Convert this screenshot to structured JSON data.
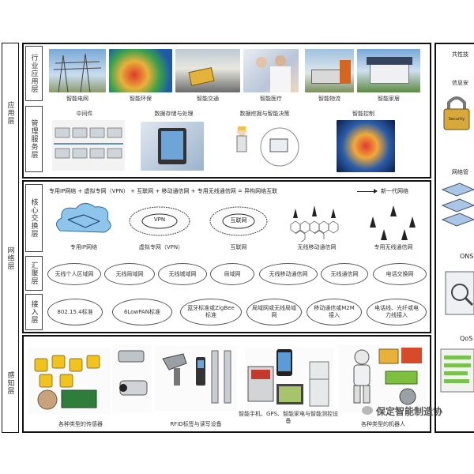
{
  "layers": {
    "application": "应用层",
    "network": "网络层",
    "perception": "感知层"
  },
  "application": {
    "industry_label": "行业应用层",
    "mgmt_label": "管理服务层",
    "industry_items": [
      "智能电网",
      "智能环保",
      "智能交通",
      "智能医疗",
      "智能物流",
      "智能家居"
    ],
    "mgmt_items": [
      "中间件",
      "数据存储与处理",
      "数据挖掘与智能决策",
      "智能控制"
    ]
  },
  "network": {
    "core_label": "核心交换层",
    "agg_label": "汇聚层",
    "access_label": "接入层",
    "core_header": "专用IP网络 + 虚拟专网（VPN） + 互联网 + 移动通信网 + 专用无线通信网 = 异构网络互联",
    "next_gen": "新一代网络",
    "vpn_inner": "VPN",
    "internet_inner": "互联网",
    "core_items": [
      "专用IP网络",
      "虚拟专网（VPN）",
      "互联网",
      "无线移动通信网",
      "专用无线通信网"
    ],
    "agg_items": [
      "无线个人区域网",
      "无线局域网",
      "无线城域网",
      "局域网",
      "无线移动通信网",
      "无线通信网",
      "电话交换网"
    ],
    "access_items": [
      "802.15.4标准",
      "6LowPAN标准",
      "蓝牙标准或ZigBee标准",
      "局域网或无线局域网",
      "移动通信或M2M接入",
      "电话线、光纤或电力线接入"
    ]
  },
  "perception": {
    "items": [
      "各种类型的传感器",
      "RFID标签与读写设备",
      "智能手机、GPS、智能家电与智能测控设备",
      "各种类型的机器人"
    ]
  },
  "right": {
    "top": "共性技",
    "security": "信息安",
    "network_mgmt": "网络管",
    "ons": "ONS",
    "qos": "QoS",
    "lock_text": "Security"
  },
  "watermark": "保定智能制造协"
}
